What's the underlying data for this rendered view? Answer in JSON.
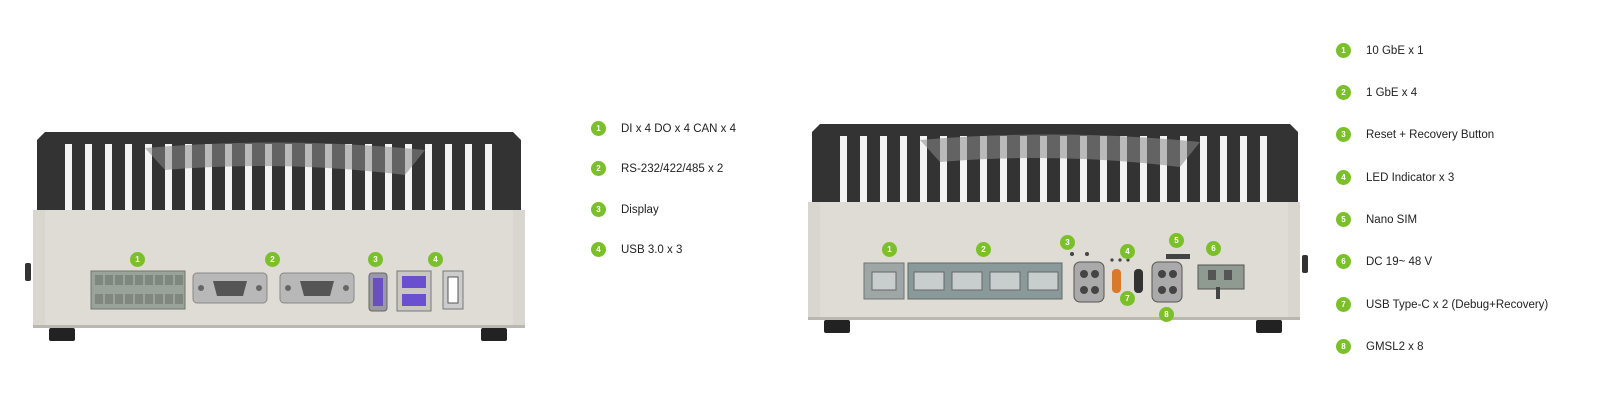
{
  "colors": {
    "badge": "#7bc02b",
    "chassis_top": "#333333",
    "chassis_body": "#d8d6cf",
    "usb_blue": "#6b4fd1",
    "usbc_orange": "#d97a2b"
  },
  "devices": [
    {
      "view": "rear",
      "port_markers": [
        "1",
        "2",
        "3",
        "4"
      ]
    },
    {
      "view": "front",
      "port_markers": [
        "1",
        "2",
        "3",
        "4",
        "5",
        "6",
        "7",
        "8"
      ]
    }
  ],
  "left_legend": {
    "items": [
      {
        "num": "1",
        "label": "DI x 4  DO x 4 CAN x 4"
      },
      {
        "num": "2",
        "label": "RS-232/422/485 x 2"
      },
      {
        "num": "3",
        "label": "Display"
      },
      {
        "num": "4",
        "label": "USB 3.0 x 3"
      }
    ]
  },
  "right_legend": {
    "items": [
      {
        "num": "1",
        "label": "10 GbE x 1"
      },
      {
        "num": "2",
        "label": "1 GbE x 4"
      },
      {
        "num": "3",
        "label": "Reset + Recovery Button"
      },
      {
        "num": "4",
        "label": "LED Indicator x 3"
      },
      {
        "num": "5",
        "label": "Nano SIM"
      },
      {
        "num": "6",
        "label": "DC  19~ 48 V"
      },
      {
        "num": "7",
        "label": "USB Type-C x 2 (Debug+Recovery)"
      },
      {
        "num": "8",
        "label": "GMSL2 x 8"
      }
    ]
  }
}
